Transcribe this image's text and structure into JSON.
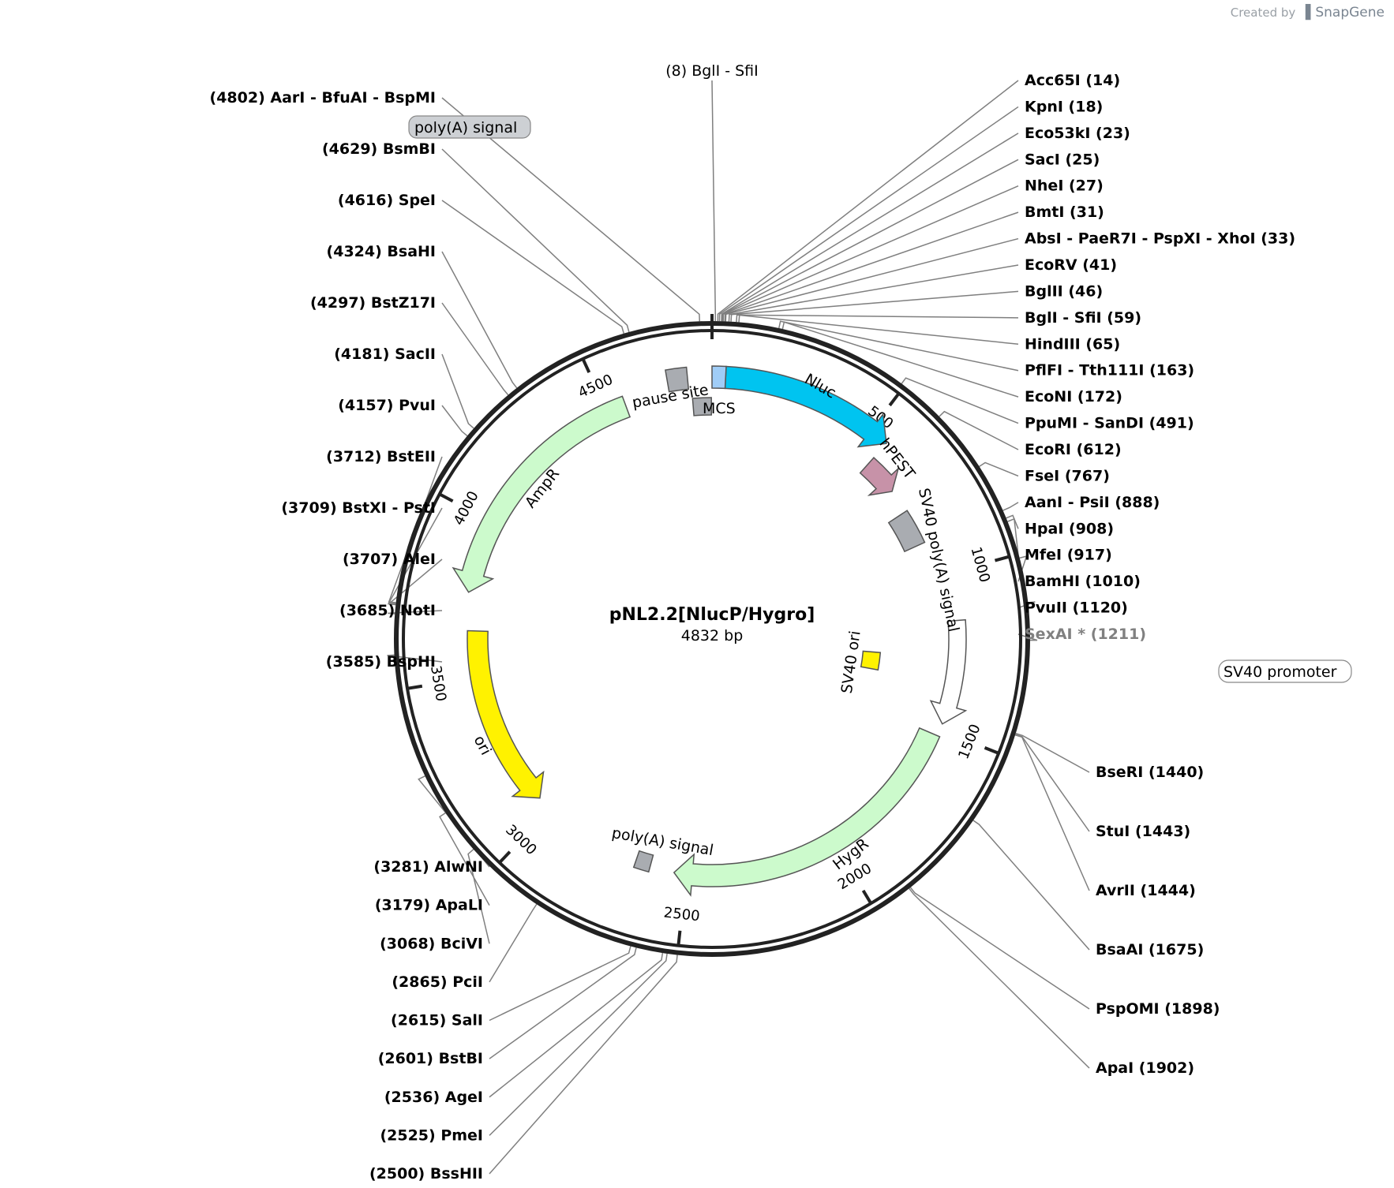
{
  "credit": {
    "prefix": "Created by",
    "brand": "SnapGene"
  },
  "plasmid": {
    "name": "pNL2.2[NlucP/Hygro]",
    "length_bp": 4832,
    "length_label": "4832 bp"
  },
  "ticks": [
    500,
    1000,
    1500,
    2000,
    2500,
    3000,
    3500,
    4000,
    4500
  ],
  "features": [
    {
      "name": "Nluc",
      "start": 40,
      "end": 560,
      "type": "arrow",
      "dir": 1,
      "color": "#00c4f0",
      "label_inside": true
    },
    {
      "name": "hPEST",
      "start": 560,
      "end": 680,
      "type": "arrow",
      "dir": 1,
      "color": "#c792a8",
      "label_inside": false
    },
    {
      "name": "SV40 poly(A) signal",
      "start": 760,
      "end": 880,
      "type": "box",
      "color": "#a9acb1",
      "label_inside": false
    },
    {
      "name": "SV40 promoter",
      "start": 1150,
      "end": 1480,
      "type": "arrow",
      "dir": 1,
      "color": "#ffffff",
      "label_inside": false
    },
    {
      "name": "SV40 ori",
      "start": 1270,
      "end": 1350,
      "type": "box",
      "color": "#fff200",
      "label_inside": false
    },
    {
      "name": "HygR",
      "start": 1520,
      "end": 2540,
      "type": "arrow",
      "dir": 1,
      "color": "#ccfacc",
      "label_inside": true
    },
    {
      "name": "poly(A) signal",
      "start": 2620,
      "end": 2670,
      "type": "box",
      "color": "#a9acb1",
      "label_inside": false
    },
    {
      "name": "ori",
      "start": 3050,
      "end": 3650,
      "type": "arrow",
      "dir": -1,
      "color": "#fff200",
      "label_inside": true
    },
    {
      "name": "AmpR",
      "start": 3770,
      "end": 4560,
      "type": "arrow",
      "dir": -1,
      "color": "#ccfacc",
      "label_inside": true
    },
    {
      "name": "pause site",
      "start": 4700,
      "end": 4760,
      "type": "box",
      "color": "#a9acb1",
      "label_inside": false
    },
    {
      "name": "poly(A) signal",
      "start": 4770,
      "end": 4830,
      "type": "box",
      "color": "#a9acb1",
      "label_inside": false
    },
    {
      "name": "MCS",
      "start": 0,
      "end": 40,
      "type": "box",
      "color": "#a0cdf7",
      "label_inside": false
    }
  ],
  "feature_labels": {
    "pause_site": "pause site",
    "mcs": "MCS",
    "hpest": "hPEST",
    "sv40_polya": "SV40 poly(A) signal",
    "sv40_ori": "SV40 ori",
    "polya_bottom": "poly(A) signal",
    "polya_top": "poly(A) signal",
    "sv40_promoter": "SV40 promoter",
    "nluc": "Nluc",
    "hygr": "HygR",
    "ori": "ori",
    "ampr": "AmpR"
  },
  "sites": [
    {
      "pos": 8,
      "text": "(8)  BglI  - SfiI",
      "side": "top"
    },
    {
      "pos": 14,
      "text": "Acc65I  (14)"
    },
    {
      "pos": 18,
      "text": "KpnI  (18)"
    },
    {
      "pos": 23,
      "text": "Eco53kI  (23)"
    },
    {
      "pos": 25,
      "text": "SacI  (25)"
    },
    {
      "pos": 27,
      "text": "NheI  (27)"
    },
    {
      "pos": 31,
      "text": "BmtI  (31)"
    },
    {
      "pos": 33,
      "text": "AbsI  - PaeR7I  - PspXI  - XhoI  (33)"
    },
    {
      "pos": 41,
      "text": "EcoRV  (41)"
    },
    {
      "pos": 46,
      "text": "BglII  (46)"
    },
    {
      "pos": 59,
      "text": "BglI  - SfiI  (59)"
    },
    {
      "pos": 65,
      "text": "HindIII  (65)"
    },
    {
      "pos": 163,
      "text": "PflFI  - Tth111I  (163)"
    },
    {
      "pos": 172,
      "text": "EcoNI  (172)"
    },
    {
      "pos": 491,
      "text": "PpuMI  - SanDI  (491)"
    },
    {
      "pos": 612,
      "text": "EcoRI  (612)"
    },
    {
      "pos": 767,
      "text": "FseI  (767)"
    },
    {
      "pos": 888,
      "text": "AanI  - PsiI  (888)"
    },
    {
      "pos": 908,
      "text": "HpaI  (908)"
    },
    {
      "pos": 917,
      "text": "MfeI  (917)"
    },
    {
      "pos": 1010,
      "text": "BamHI  (1010)"
    },
    {
      "pos": 1120,
      "text": "PvuII  (1120)"
    },
    {
      "pos": 1211,
      "text": "SexAI *  (1211)",
      "dim": true
    },
    {
      "pos": 1440,
      "text": "BseRI  (1440)"
    },
    {
      "pos": 1443,
      "text": "StuI  (1443)"
    },
    {
      "pos": 1444,
      "text": "AvrII  (1444)"
    },
    {
      "pos": 1675,
      "text": "BsaAI  (1675)"
    },
    {
      "pos": 1898,
      "text": "PspOMI  (1898)"
    },
    {
      "pos": 1902,
      "text": "ApaI  (1902)"
    },
    {
      "pos": 2500,
      "text": "(2500)  BssHII"
    },
    {
      "pos": 2525,
      "text": "(2525)  PmeI"
    },
    {
      "pos": 2536,
      "text": "(2536)  AgeI"
    },
    {
      "pos": 2601,
      "text": "(2601)  BstBI"
    },
    {
      "pos": 2615,
      "text": "(2615)  SalI"
    },
    {
      "pos": 2865,
      "text": "(2865)  PciI"
    },
    {
      "pos": 3068,
      "text": "(3068)  BciVI"
    },
    {
      "pos": 3179,
      "text": "(3179)  ApaLI"
    },
    {
      "pos": 3281,
      "text": "(3281)  AlwNI"
    },
    {
      "pos": 3585,
      "text": "(3585)  BspHI"
    },
    {
      "pos": 3685,
      "text": "(3685)  NotI"
    },
    {
      "pos": 3707,
      "text": "(3707)  AleI"
    },
    {
      "pos": 3709,
      "text": "(3709)  BstXI  - PstI"
    },
    {
      "pos": 3712,
      "text": "(3712)  BstEII"
    },
    {
      "pos": 4157,
      "text": "(4157)  PvuI"
    },
    {
      "pos": 4181,
      "text": "(4181)  SacII"
    },
    {
      "pos": 4297,
      "text": "(4297)  BstZ17I"
    },
    {
      "pos": 4324,
      "text": "(4324)  BsaHI"
    },
    {
      "pos": 4616,
      "text": "(4616)  SpeI"
    },
    {
      "pos": 4629,
      "text": "(4629)  BsmBI"
    },
    {
      "pos": 4802,
      "text": "(4802)  AarI  - BfuAI  - BspMI"
    }
  ],
  "colors": {
    "backbone": "#222222",
    "leader": "#7f7f7f",
    "text": "#000000"
  }
}
